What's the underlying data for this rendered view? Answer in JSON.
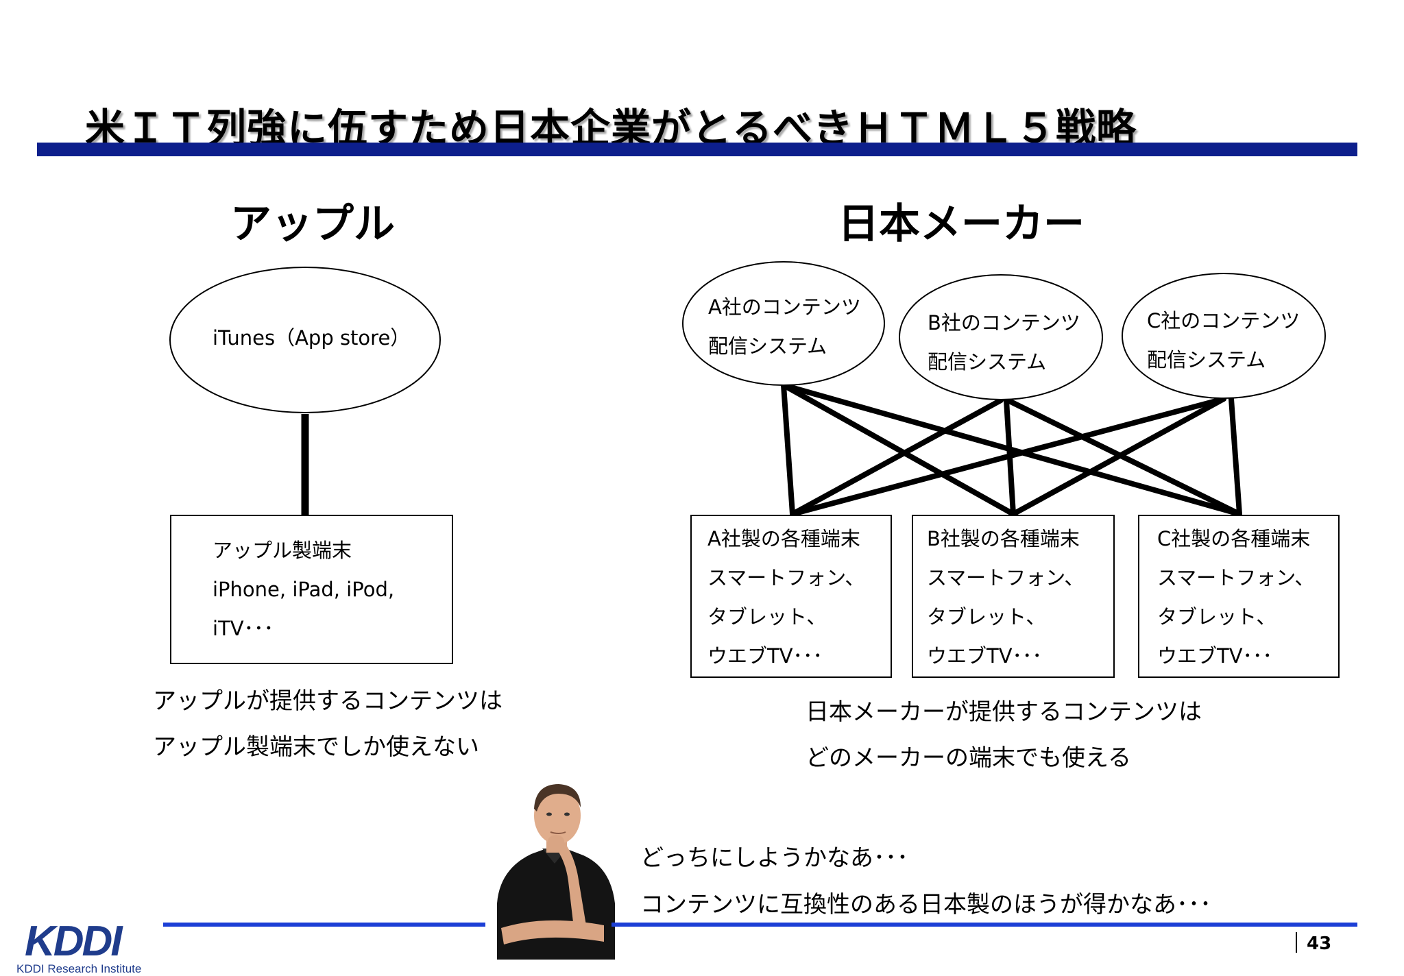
{
  "title": "米ＩＴ列強に伍すため日本企業がとるべきＨＴＭＬ５戦略",
  "colors": {
    "title_bar": "#0d1f8c",
    "footer_line": "#1c3fd6",
    "logo": "#1f3c8c"
  },
  "apple": {
    "heading": "アップル",
    "service": {
      "line1": "iTunes（App store）"
    },
    "device": {
      "line1": "アップル製端末",
      "line2": "iPhone, iPad, iPod,",
      "line3": "iTV･･･"
    },
    "caption": {
      "line1": "アップルが提供するコンテンツは",
      "line2": "アップル製端末でしか使えない"
    }
  },
  "japan": {
    "heading": "日本メーカー",
    "services": [
      {
        "line1": "A社のコンテンツ",
        "line2": "配信システム"
      },
      {
        "line1": "B社のコンテンツ",
        "line2": "配信システム"
      },
      {
        "line1": "C社のコンテンツ",
        "line2": "配信システム"
      }
    ],
    "devices": [
      {
        "line1": "A社製の各種端末",
        "line2": "スマートフォン、",
        "line3": "タブレット、",
        "line4": "ウエブTV･･･"
      },
      {
        "line1": "B社製の各種端末",
        "line2": "スマートフォン、",
        "line3": "タブレット、",
        "line4": "ウエブTV･･･"
      },
      {
        "line1": "C社製の各種端末",
        "line2": "スマートフォン、",
        "line3": "タブレット、",
        "line4": "ウエブTV･･･"
      }
    ],
    "caption": {
      "line1": "日本メーカーが提供するコンテンツは",
      "line2": "どのメーカーの端末でも使える"
    }
  },
  "thought": {
    "line1": "どっちにしようかなあ･･･",
    "line2": "コンテンツに互換性のある日本製のほうが得かなあ･･･"
  },
  "footer": {
    "logo_text": "KDDI",
    "logo_sub": "KDDI Research Institute",
    "page_number": "43"
  }
}
